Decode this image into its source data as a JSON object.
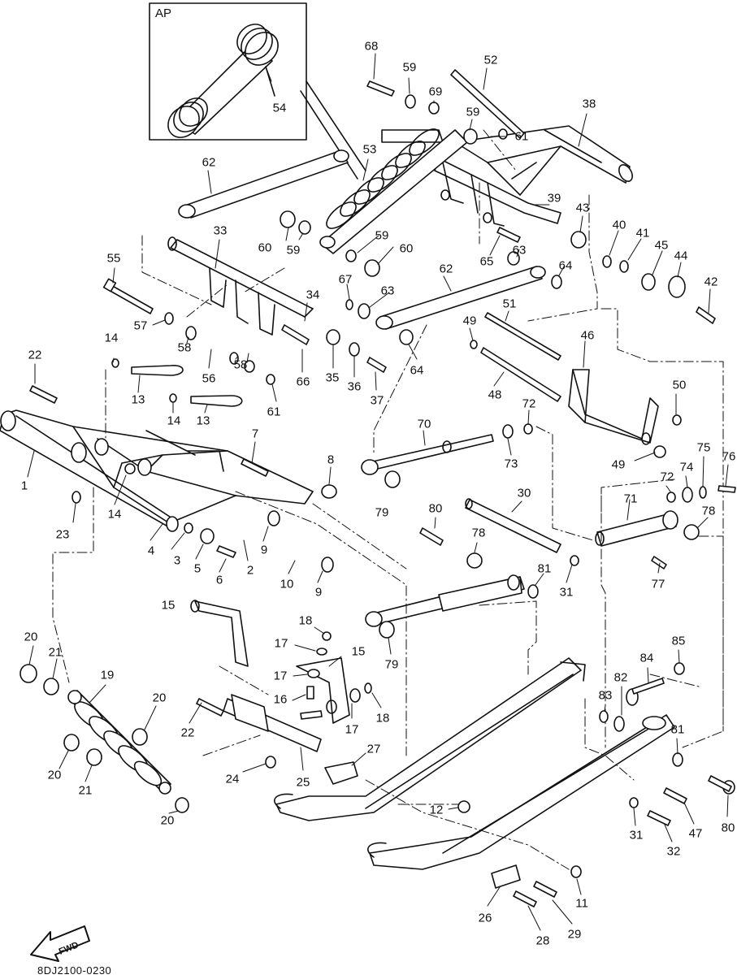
{
  "inset": {
    "label": "AP",
    "part": "54"
  },
  "fwd_label": "FWD",
  "drawing_number": "8DJ2100-0230",
  "colors": {
    "ink": "#111111",
    "paper": "#ffffff"
  },
  "callouts": [
    {
      "id": "1",
      "text": "1"
    },
    {
      "id": "2",
      "text": "2"
    },
    {
      "id": "3",
      "text": "3"
    },
    {
      "id": "4",
      "text": "4"
    },
    {
      "id": "5",
      "text": "5"
    },
    {
      "id": "6",
      "text": "6"
    },
    {
      "id": "7",
      "text": "7"
    },
    {
      "id": "8",
      "text": "8"
    },
    {
      "id": "9a",
      "text": "9"
    },
    {
      "id": "9b",
      "text": "9"
    },
    {
      "id": "10",
      "text": "10"
    },
    {
      "id": "11",
      "text": "11"
    },
    {
      "id": "12",
      "text": "12"
    },
    {
      "id": "13a",
      "text": "13"
    },
    {
      "id": "13b",
      "text": "13"
    },
    {
      "id": "14a",
      "text": "14"
    },
    {
      "id": "14b",
      "text": "14"
    },
    {
      "id": "14c",
      "text": "14"
    },
    {
      "id": "15a",
      "text": "15"
    },
    {
      "id": "15b",
      "text": "15"
    },
    {
      "id": "16",
      "text": "16"
    },
    {
      "id": "17a",
      "text": "17"
    },
    {
      "id": "17b",
      "text": "17"
    },
    {
      "id": "17c",
      "text": "17"
    },
    {
      "id": "18a",
      "text": "18"
    },
    {
      "id": "18b",
      "text": "18"
    },
    {
      "id": "19",
      "text": "19"
    },
    {
      "id": "20a",
      "text": "20"
    },
    {
      "id": "20b",
      "text": "20"
    },
    {
      "id": "20c",
      "text": "20"
    },
    {
      "id": "20d",
      "text": "20"
    },
    {
      "id": "21a",
      "text": "21"
    },
    {
      "id": "21b",
      "text": "21"
    },
    {
      "id": "22a",
      "text": "22"
    },
    {
      "id": "22b",
      "text": "22"
    },
    {
      "id": "23",
      "text": "23"
    },
    {
      "id": "24",
      "text": "24"
    },
    {
      "id": "25",
      "text": "25"
    },
    {
      "id": "26",
      "text": "26"
    },
    {
      "id": "27",
      "text": "27"
    },
    {
      "id": "28",
      "text": "28"
    },
    {
      "id": "29",
      "text": "29"
    },
    {
      "id": "30",
      "text": "30"
    },
    {
      "id": "31a",
      "text": "31"
    },
    {
      "id": "31b",
      "text": "31"
    },
    {
      "id": "32",
      "text": "32"
    },
    {
      "id": "33",
      "text": "33"
    },
    {
      "id": "34",
      "text": "34"
    },
    {
      "id": "35",
      "text": "35"
    },
    {
      "id": "36",
      "text": "36"
    },
    {
      "id": "37",
      "text": "37"
    },
    {
      "id": "38",
      "text": "38"
    },
    {
      "id": "39",
      "text": "39"
    },
    {
      "id": "40",
      "text": "40"
    },
    {
      "id": "41",
      "text": "41"
    },
    {
      "id": "42",
      "text": "42"
    },
    {
      "id": "43",
      "text": "43"
    },
    {
      "id": "44",
      "text": "44"
    },
    {
      "id": "45",
      "text": "45"
    },
    {
      "id": "46",
      "text": "46"
    },
    {
      "id": "47",
      "text": "47"
    },
    {
      "id": "48",
      "text": "48"
    },
    {
      "id": "49a",
      "text": "49"
    },
    {
      "id": "49b",
      "text": "49"
    },
    {
      "id": "50",
      "text": "50"
    },
    {
      "id": "51",
      "text": "51"
    },
    {
      "id": "52",
      "text": "52"
    },
    {
      "id": "53",
      "text": "53"
    },
    {
      "id": "55",
      "text": "55"
    },
    {
      "id": "56",
      "text": "56"
    },
    {
      "id": "57",
      "text": "57"
    },
    {
      "id": "58a",
      "text": "58"
    },
    {
      "id": "58b",
      "text": "58"
    },
    {
      "id": "59a",
      "text": "59"
    },
    {
      "id": "59b",
      "text": "59"
    },
    {
      "id": "59c",
      "text": "59"
    },
    {
      "id": "59d",
      "text": "59"
    },
    {
      "id": "60a",
      "text": "60"
    },
    {
      "id": "60b",
      "text": "60"
    },
    {
      "id": "61a",
      "text": "61"
    },
    {
      "id": "61b",
      "text": "61"
    },
    {
      "id": "62a",
      "text": "62"
    },
    {
      "id": "62b",
      "text": "62"
    },
    {
      "id": "63a",
      "text": "63"
    },
    {
      "id": "63b",
      "text": "63"
    },
    {
      "id": "64a",
      "text": "64"
    },
    {
      "id": "64b",
      "text": "64"
    },
    {
      "id": "65",
      "text": "65"
    },
    {
      "id": "66",
      "text": "66"
    },
    {
      "id": "67",
      "text": "67"
    },
    {
      "id": "68",
      "text": "68"
    },
    {
      "id": "69",
      "text": "69"
    },
    {
      "id": "70",
      "text": "70"
    },
    {
      "id": "71",
      "text": "71"
    },
    {
      "id": "72a",
      "text": "72"
    },
    {
      "id": "72b",
      "text": "72"
    },
    {
      "id": "73",
      "text": "73"
    },
    {
      "id": "74",
      "text": "74"
    },
    {
      "id": "75",
      "text": "75"
    },
    {
      "id": "76",
      "text": "76"
    },
    {
      "id": "77",
      "text": "77"
    },
    {
      "id": "78a",
      "text": "78"
    },
    {
      "id": "78b",
      "text": "78"
    },
    {
      "id": "79a",
      "text": "79"
    },
    {
      "id": "79b",
      "text": "79"
    },
    {
      "id": "80a",
      "text": "80"
    },
    {
      "id": "80b",
      "text": "80"
    },
    {
      "id": "81a",
      "text": "81"
    },
    {
      "id": "81b",
      "text": "81"
    },
    {
      "id": "82",
      "text": "82"
    },
    {
      "id": "83",
      "text": "83"
    },
    {
      "id": "84",
      "text": "84"
    },
    {
      "id": "85",
      "text": "85"
    }
  ]
}
